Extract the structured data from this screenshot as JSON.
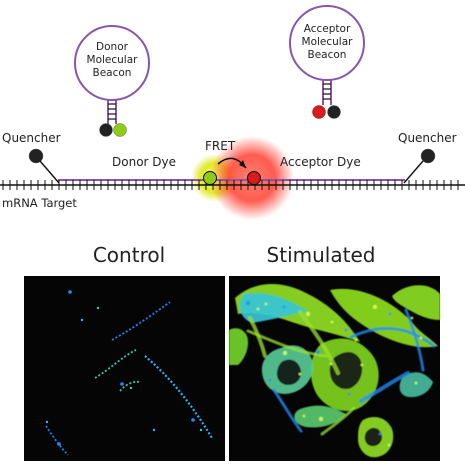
{
  "diagram": {
    "labels": {
      "donor_beacon": [
        "Donor",
        "Molecular",
        "Beacon"
      ],
      "acceptor_beacon": [
        "Acceptor",
        "Molecular",
        "Beacon"
      ],
      "quencher_left": "Quencher",
      "quencher_right": "Quencher",
      "donor_dye": "Donor Dye",
      "acceptor_dye": "Acceptor Dye",
      "fret": "FRET",
      "mrna_target": "mRNA Target"
    },
    "colors": {
      "beacon_stroke": "#8a55a8",
      "strand": "#111111",
      "donor_glow": "#d7e400",
      "acceptor_glow": "#ff4b3a",
      "donor_ball": "#8fcc1a",
      "acceptor_ball": "#d81b1b",
      "quencher_ball": "#222222"
    }
  },
  "panels": {
    "control_title": "Control",
    "stimulated_title": "Stimulated",
    "colors": {
      "background": "#050505",
      "low_signal": "#1d8cff",
      "mid_signal": "#38d2b2",
      "high_signal": "#9bdd28"
    }
  }
}
